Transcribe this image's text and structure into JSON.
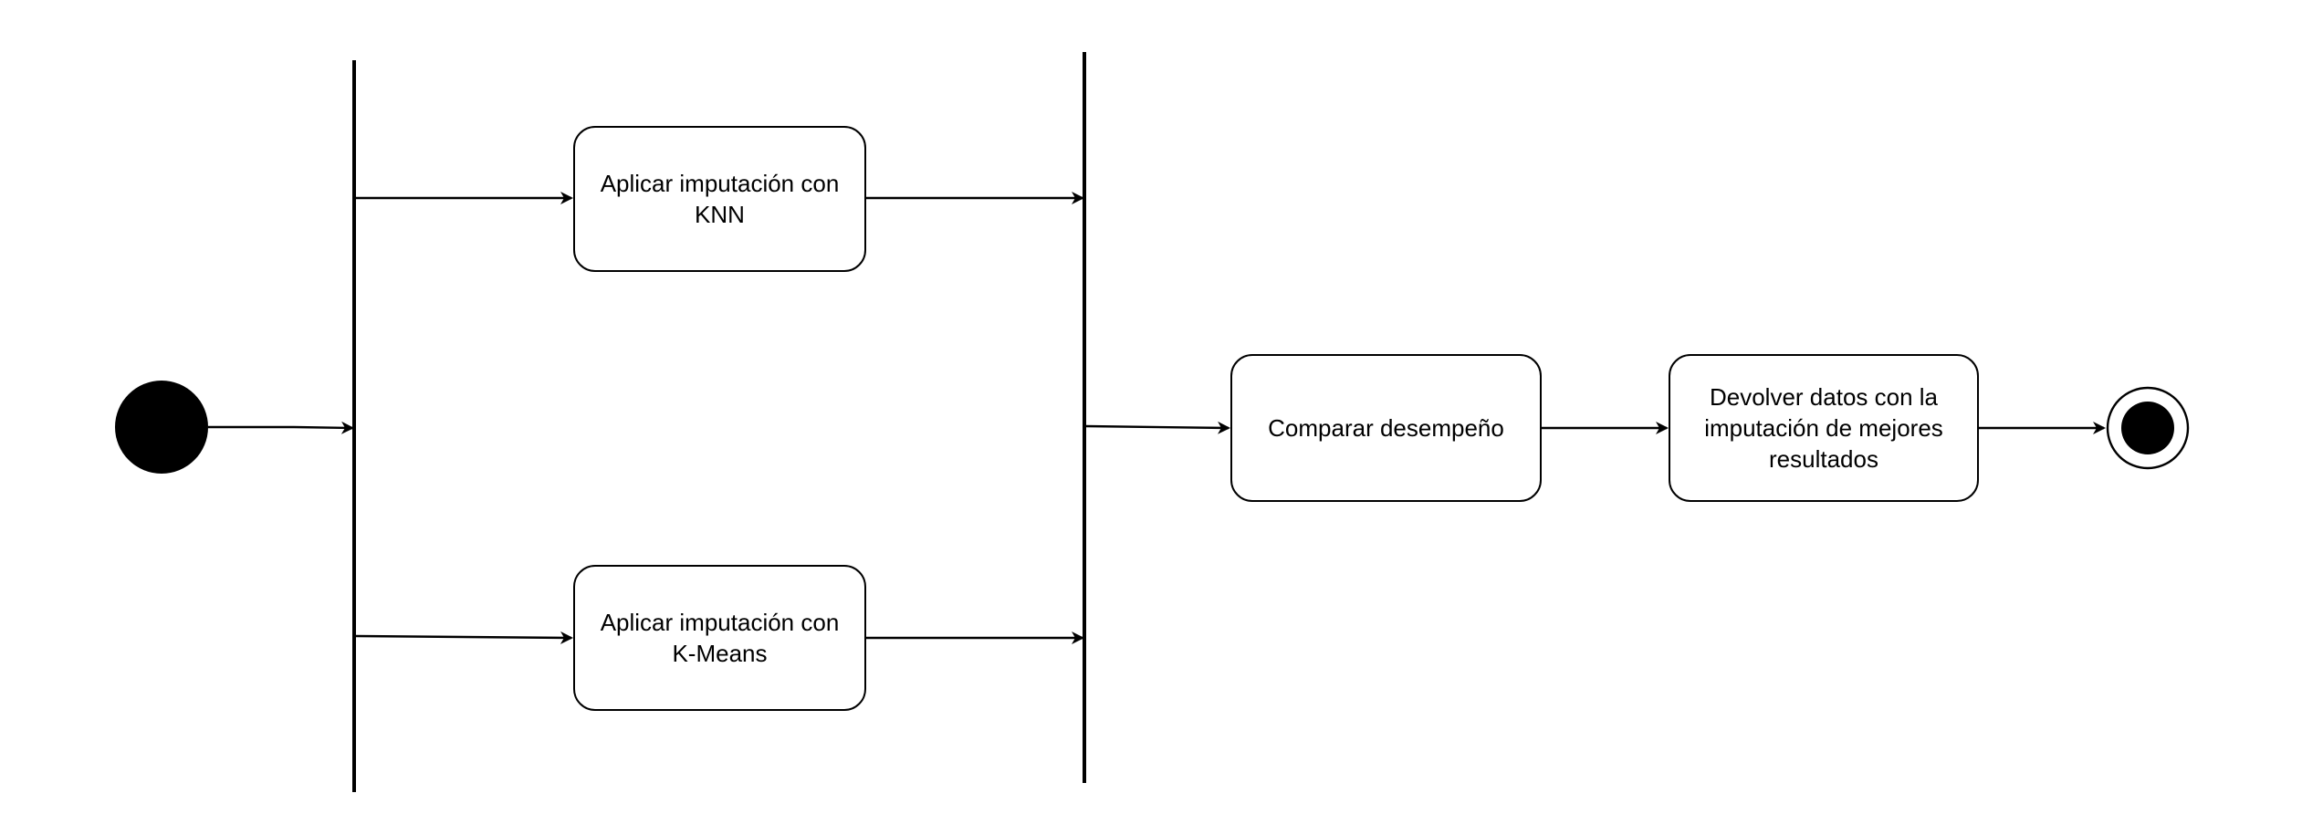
{
  "diagram": {
    "type": "activity",
    "nodes": {
      "knn": "Aplicar imputación con KNN",
      "kmeans": "Aplicar imputación con K-Means",
      "compare": "Comparar desempeño",
      "return": "Devolver datos con la imputación de mejores resultados"
    },
    "colors": {
      "stroke": "#000000",
      "fill": "#ffffff"
    }
  }
}
